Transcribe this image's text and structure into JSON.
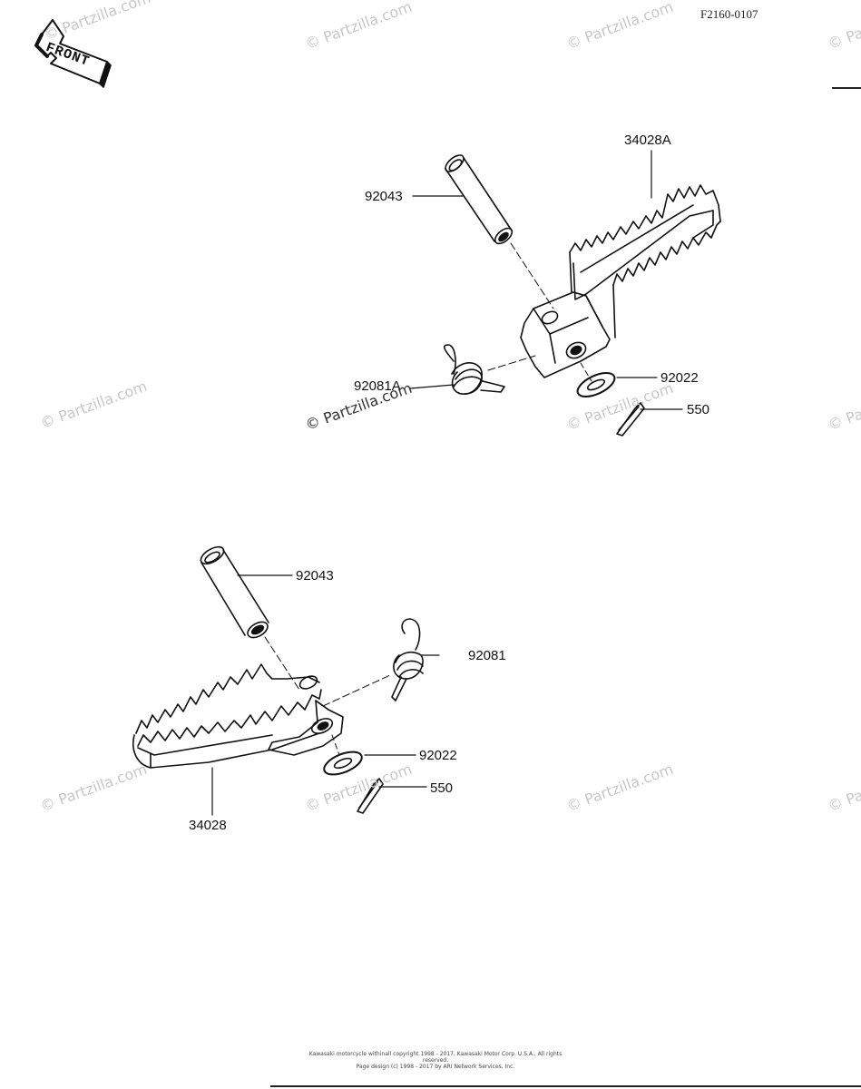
{
  "diagram": {
    "figure_code": "F2160-0107",
    "front_badge": "FRONT",
    "watermark": "© Partzilla.com",
    "upper_assembly": {
      "labels": {
        "pin": "92043",
        "footpeg": "34028A",
        "spring": "92081A",
        "washer": "92022",
        "cotter_pin": "550"
      }
    },
    "lower_assembly": {
      "labels": {
        "pin": "92043",
        "spring": "92081",
        "washer": "92022",
        "cotter_pin": "550",
        "footpeg": "34028"
      }
    },
    "footer": {
      "line1": "Kawasaki motorcycle withinall copyright 1998 - 2017, Kawasaki Motor Corp. U.S.A., All rights reserved.",
      "line2": "Page design (c) 1998 - 2017 by ARI Network Services, Inc."
    }
  }
}
